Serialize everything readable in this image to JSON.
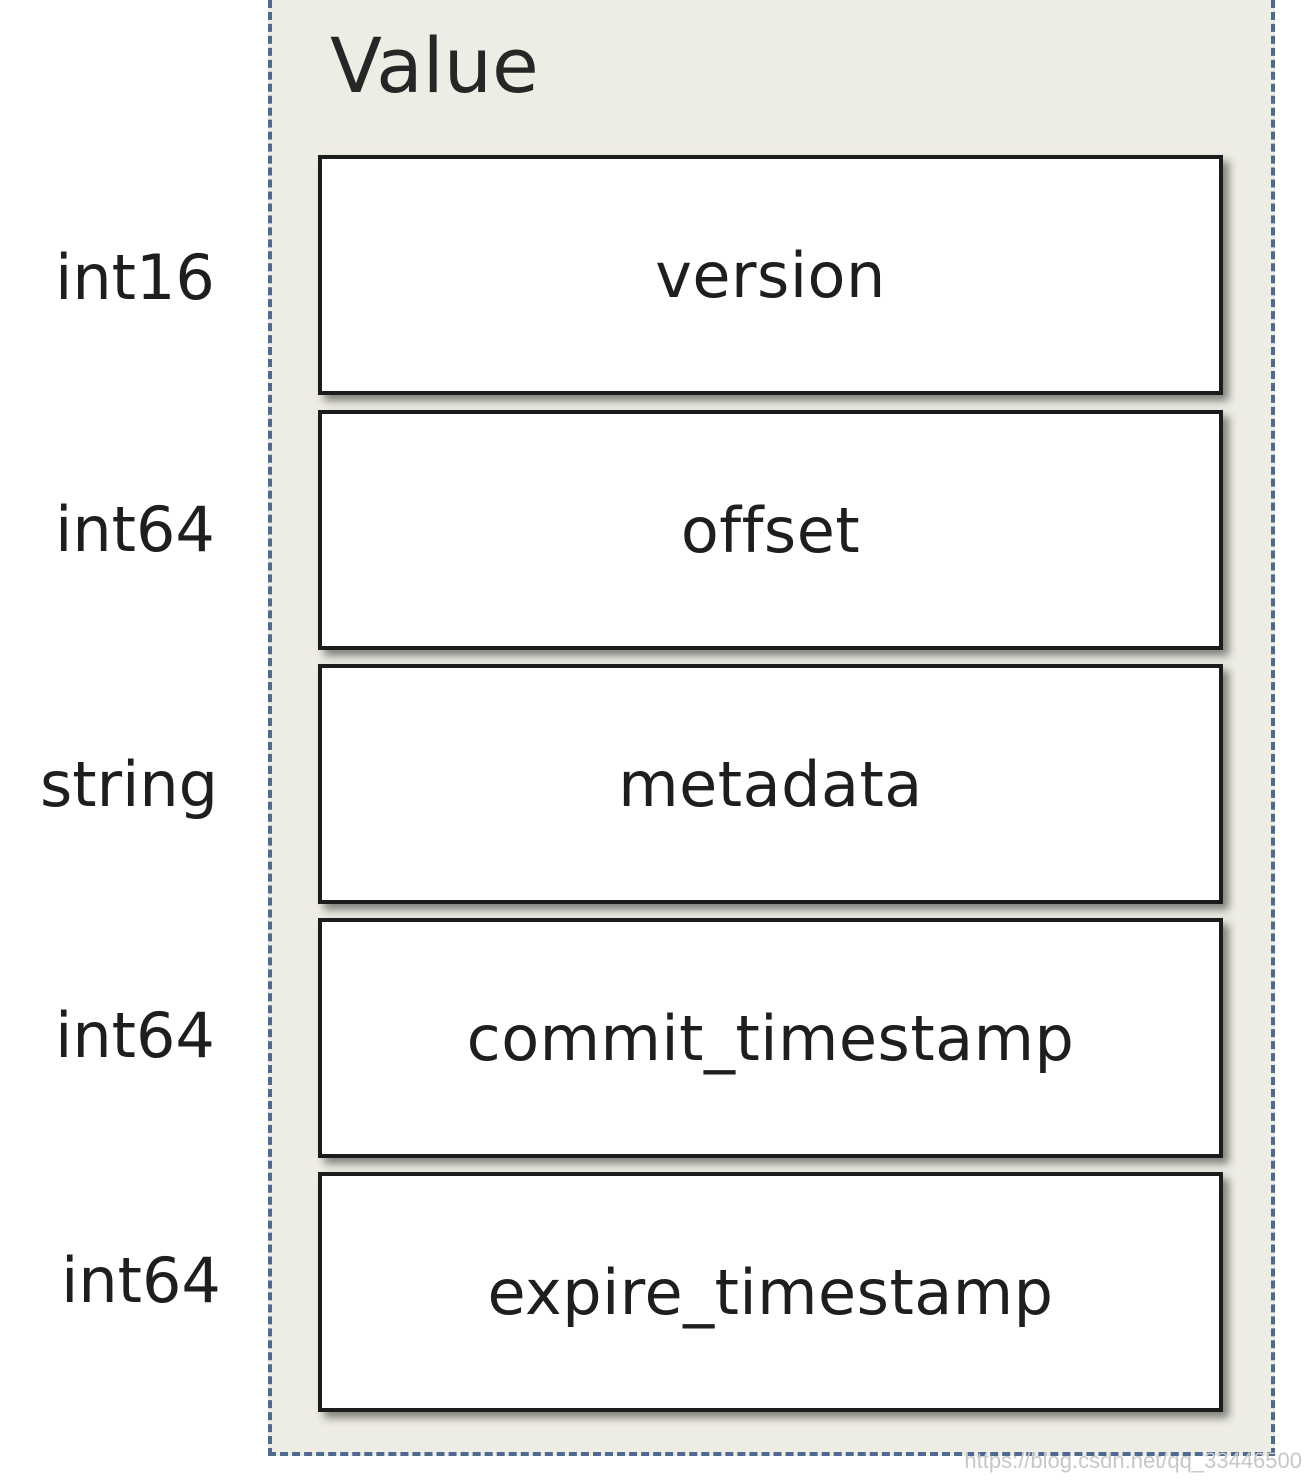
{
  "diagram": {
    "title": "Value",
    "fields": [
      {
        "type": "int16",
        "name": "version"
      },
      {
        "type": "int64",
        "name": "offset"
      },
      {
        "type": "string",
        "name": "metadata"
      },
      {
        "type": "int64",
        "name": "commit_timestamp"
      },
      {
        "type": "int64",
        "name": "expire_timestamp"
      }
    ]
  },
  "watermark": "https://blog.csdn.net/qq_33446500",
  "colors": {
    "container_bg": "#eeede5",
    "dashed_border": "#4f6990",
    "box_border": "#1c1c1c"
  }
}
